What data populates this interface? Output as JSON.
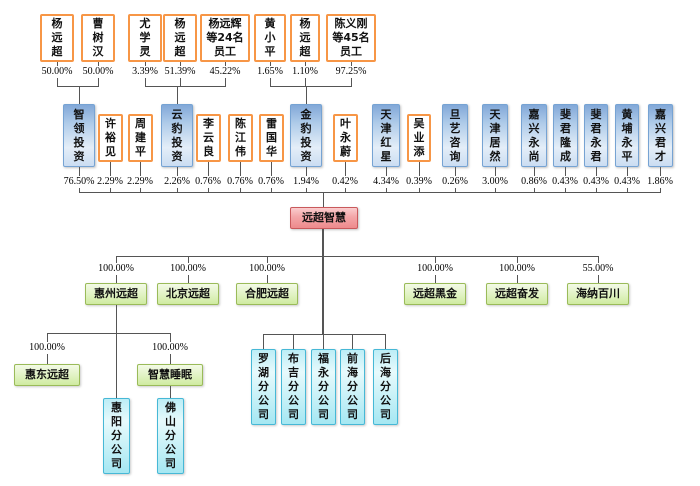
{
  "colors": {
    "orange_border": "#F79646",
    "blue_border": "#76A3D3",
    "blue_fill_top": "#82A8D8",
    "blue_fill_bottom": "#CBDDF2",
    "green_border": "#9ABB59",
    "green_fill_top": "#F3FAE6",
    "green_fill_bottom": "#CFEBA0",
    "cyan_border": "#46B8D6",
    "cyan_fill_top": "#BCEDF6",
    "cyan_fill_bottom": "#A5E7F2",
    "pink_border": "#C9595C",
    "pink_fill_top": "#FACDCE",
    "pink_fill_bottom": "#EE8A8C",
    "connector": "#555555"
  },
  "root": {
    "name": "远超智慧",
    "label": "远超智慧"
  },
  "top_owners": [
    {
      "name": "杨远超",
      "label": "杨\n远\n超",
      "pct": "50.00%",
      "invests_in": "智领投资"
    },
    {
      "name": "曹树汉",
      "label": "曹\n树\n汉",
      "pct": "50.00%",
      "invests_in": "智领投资"
    },
    {
      "name": "尤学灵",
      "label": "尤\n学\n灵",
      "pct": "3.39%",
      "invests_in": "云豹投资"
    },
    {
      "name": "杨远超",
      "label": "杨\n远\n超",
      "pct": "51.39%",
      "invests_in": "云豹投资"
    },
    {
      "name": "杨远辉等24名员工",
      "label": "杨远辉\n等24名\n员工",
      "pct": "45.22%",
      "invests_in": "云豹投资"
    },
    {
      "name": "黄小平",
      "label": "黄\n小\n平",
      "pct": "1.65%",
      "invests_in": "金豹投资"
    },
    {
      "name": "杨远超",
      "label": "杨\n远\n超",
      "pct": "1.10%",
      "invests_in": "金豹投资"
    },
    {
      "name": "陈义刚等45名员工",
      "label": "陈义刚\n等45名\n员工",
      "pct": "97.25%",
      "invests_in": "金豹投资"
    }
  ],
  "shareholders": [
    {
      "name": "智领投资",
      "label": "智\n领\n投\n资",
      "pct": "76.50%",
      "style": "blue"
    },
    {
      "name": "许裕见",
      "label": "许\n裕\n见",
      "pct": "2.29%",
      "style": "orange"
    },
    {
      "name": "周建平",
      "label": "周\n建\n平",
      "pct": "2.29%",
      "style": "orange"
    },
    {
      "name": "云豹投资",
      "label": "云\n豹\n投\n资",
      "pct": "2.26%",
      "style": "blue"
    },
    {
      "name": "李云良",
      "label": "李\n云\n良",
      "pct": "0.76%",
      "style": "orange"
    },
    {
      "name": "陈江伟",
      "label": "陈\n江\n伟",
      "pct": "0.76%",
      "style": "orange"
    },
    {
      "name": "雷国华",
      "label": "雷\n国\n华",
      "pct": "0.76%",
      "style": "orange"
    },
    {
      "name": "金豹投资",
      "label": "金\n豹\n投\n资",
      "pct": "1.94%",
      "style": "blue"
    },
    {
      "name": "叶永蔚",
      "label": "叶\n永\n蔚",
      "pct": "0.42%",
      "style": "orange"
    },
    {
      "name": "天津红星",
      "label": "天\n津\n红\n星",
      "pct": "4.34%",
      "style": "blue"
    },
    {
      "name": "吴业添",
      "label": "吴\n业\n添",
      "pct": "0.39%",
      "style": "orange"
    },
    {
      "name": "旦艺咨询",
      "label": "旦\n艺\n咨\n询",
      "pct": "0.26%",
      "style": "blue"
    },
    {
      "name": "天津居然",
      "label": "天\n津\n居\n然",
      "pct": "3.00%",
      "style": "blue"
    },
    {
      "name": "嘉兴永尚",
      "label": "嘉\n兴\n永\n尚",
      "pct": "0.86%",
      "style": "blue"
    },
    {
      "name": "斐君隆成",
      "label": "斐\n君\n隆\n成",
      "pct": "0.43%",
      "style": "blue"
    },
    {
      "name": "斐君永君",
      "label": "斐\n君\n永\n君",
      "pct": "0.43%",
      "style": "blue"
    },
    {
      "name": "黄埔永平",
      "label": "黄\n埔\n永\n平",
      "pct": "0.43%",
      "style": "blue"
    },
    {
      "name": "嘉兴君才",
      "label": "嘉\n兴\n君\n才",
      "pct": "1.86%",
      "style": "blue"
    }
  ],
  "subsidiaries": [
    {
      "name": "惠州远超",
      "label": "惠州远超",
      "pct": "100.00%"
    },
    {
      "name": "北京远超",
      "label": "北京远超",
      "pct": "100.00%"
    },
    {
      "name": "合肥远超",
      "label": "合肥远超",
      "pct": "100.00%"
    },
    {
      "name": "远超黑金",
      "label": "远超黑金",
      "pct": "100.00%"
    },
    {
      "name": "远超奋发",
      "label": "远超奋发",
      "pct": "100.00%"
    },
    {
      "name": "海纳百川",
      "label": "海纳百川",
      "pct": "55.00%"
    }
  ],
  "second_tier": [
    {
      "name": "惠东远超",
      "label": "惠东远超",
      "pct": "100.00%",
      "parent": "惠州远超"
    },
    {
      "name": "智慧睡眠",
      "label": "智慧睡眠",
      "pct": "100.00%",
      "parent": "惠州远超"
    }
  ],
  "root_branches": [
    {
      "name": "罗湖分公司",
      "label": "罗\n湖\n分\n公\n司"
    },
    {
      "name": "布吉分公司",
      "label": "布\n吉\n分\n公\n司"
    },
    {
      "name": "福永分公司",
      "label": "福\n永\n分\n公\n司"
    },
    {
      "name": "前海分公司",
      "label": "前\n海\n分\n公\n司"
    },
    {
      "name": "后海分公司",
      "label": "后\n海\n分\n公\n司"
    }
  ],
  "huizhou_branch": {
    "name": "惠阳分公司",
    "label": "惠\n阳\n分\n公\n司",
    "parent": "惠州远超"
  },
  "zhihui_branch": {
    "name": "佛山分公司",
    "label": "佛\n山\n分\n公\n司",
    "parent": "智慧睡眠"
  }
}
